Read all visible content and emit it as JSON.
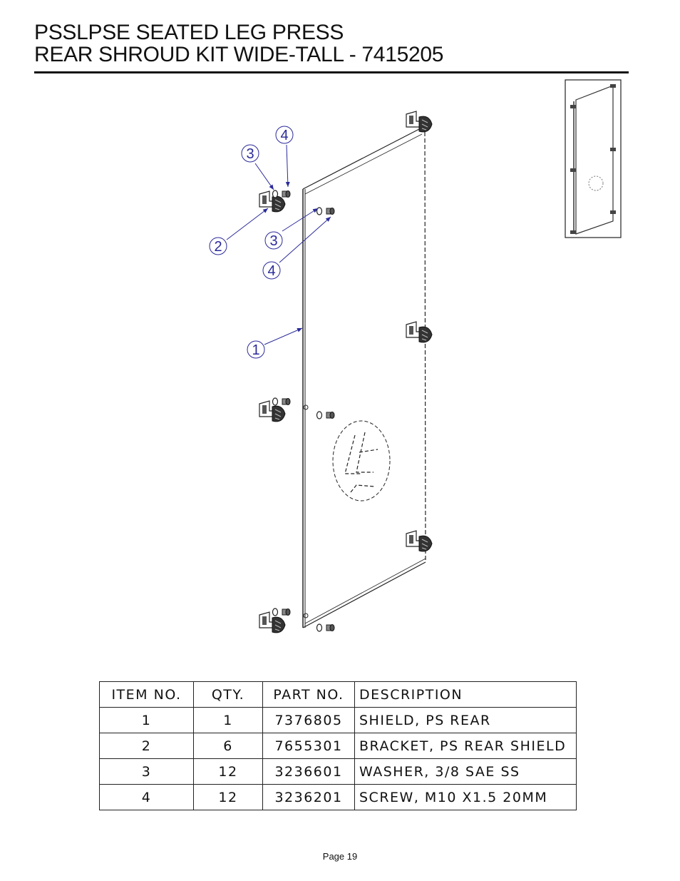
{
  "header": {
    "title_line1": "PSSLPSE SEATED LEG PRESS",
    "title_line2": "REAR SHROUD KIT WIDE-TALL - 7415205"
  },
  "callouts": [
    {
      "label": "4"
    },
    {
      "label": "3"
    },
    {
      "label": "2"
    },
    {
      "label": "3"
    },
    {
      "label": "4"
    },
    {
      "label": "1"
    }
  ],
  "parts_table": {
    "headers": [
      "ITEM NO.",
      "QTY.",
      "PART NO.",
      "DESCRIPTION"
    ],
    "rows": [
      {
        "item": "1",
        "qty": "1",
        "part": "7376805",
        "desc": "SHIELD, PS REAR"
      },
      {
        "item": "2",
        "qty": "6",
        "part": "7655301",
        "desc": "BRACKET, PS REAR SHIELD"
      },
      {
        "item": "3",
        "qty": "12",
        "part": "3236601",
        "desc": "WASHER, 3/8 SAE SS"
      },
      {
        "item": "4",
        "qty": "12",
        "part": "3236201",
        "desc": "SCREW, M10 X1.5 20MM"
      }
    ]
  },
  "footer": {
    "page": "Page 19"
  }
}
